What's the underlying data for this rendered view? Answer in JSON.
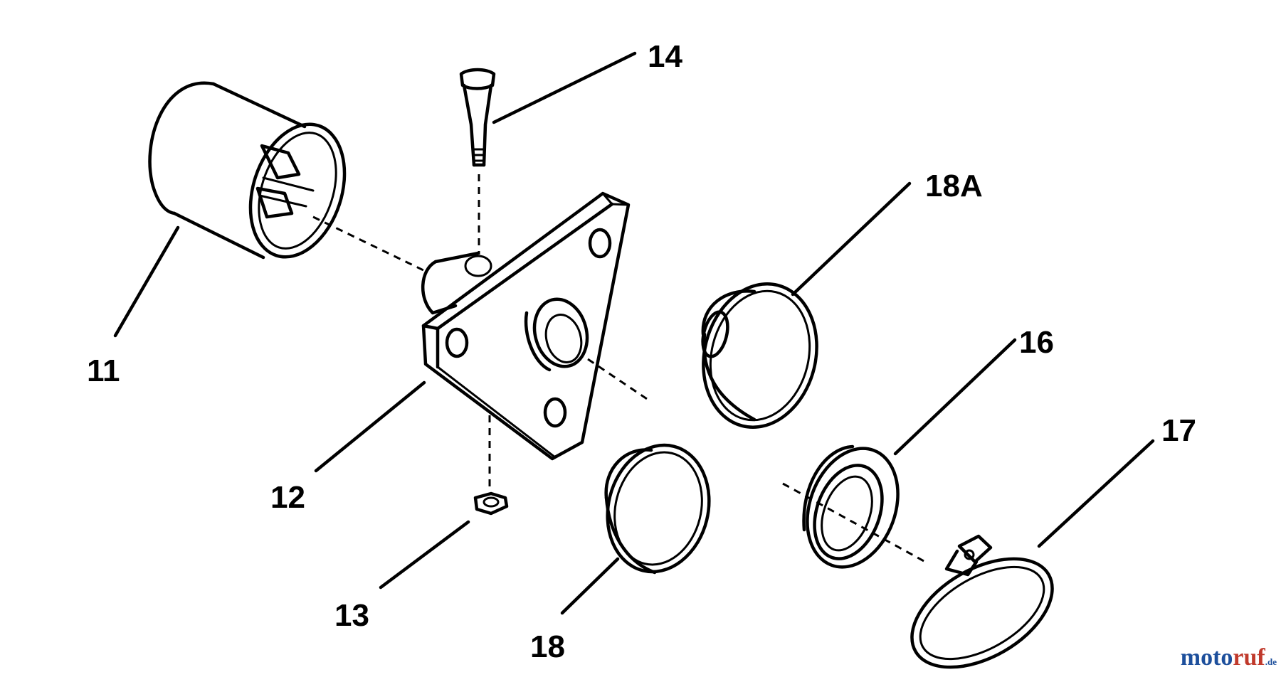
{
  "labels": {
    "p11": "11",
    "p12": "12",
    "p13": "13",
    "p14": "14",
    "p16": "16",
    "p17": "17",
    "p18": "18",
    "p18A": "18A"
  },
  "watermark": {
    "part1": "moto",
    "part2": "ruf",
    "suffix": ".de",
    "color_primary": "#1d4f9c",
    "color_accent": "#c0392b"
  }
}
